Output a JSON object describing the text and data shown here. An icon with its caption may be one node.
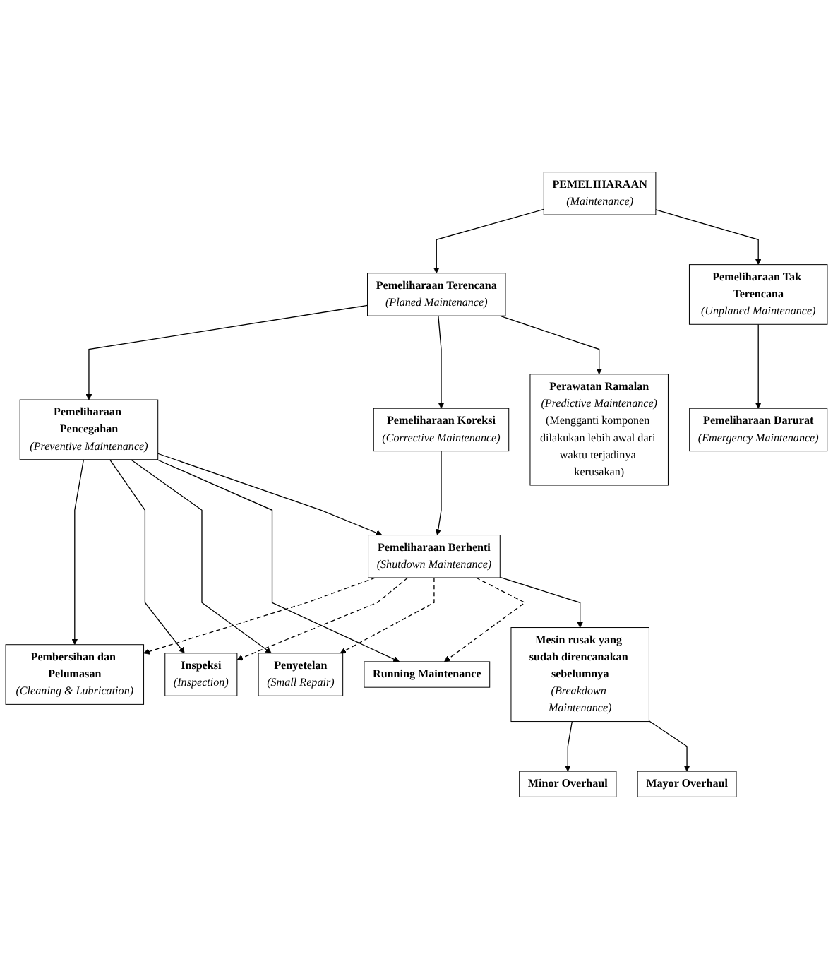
{
  "diagram": {
    "nodes": [
      {
        "text": [
          "PEMELIHARAAN",
          "(Maintenance)"
        ]
      },
      {
        "text": [
          "Pemeliharaan Terencana",
          "(Planed Maintenance)"
        ]
      },
      {
        "text": [
          "Pemeliharaan Tak Terencana",
          "(Unplaned Maintenance)"
        ]
      },
      {
        "text": [
          "Pemeliharaan Pencegahan",
          "(Preventive Maintenance)"
        ]
      },
      {
        "text": [
          "Pemeliharaan Koreksi",
          "(Corrective Maintenance)"
        ]
      },
      {
        "text": [
          "Pemeliharaan Darurat",
          "(Emergency Maintenance)"
        ]
      },
      {
        "text": [
          "Pembersihan dan Pelumasan",
          "(Cleaning & Lubrication)"
        ]
      },
      {
        "text": [
          "Pemeliharaan Berhenti",
          "(Shutdown Maintenance)"
        ]
      },
      {
        "text": [
          "Inspeksi",
          "(Inspection)"
        ]
      },
      {
        "text": [
          "Mesin rusak yang sudah direncanakan sebelumnya",
          "(Breakdown Maintenance)"
        ]
      },
      {
        "text": [
          "Penyetelan",
          "(Small Repair)"
        ]
      },
      {
        "text": [
          "Running Maintenance"
        ]
      },
      {
        "text": [
          "Minor Overhaul"
        ]
      },
      {
        "text": [
          "Mayor Overhaul"
        ]
      },
      {
        "text": [
          "Perawatan Ramalan",
          "(Predictive Maintenance)",
          "(Mengganti komponen dilakukan lebih awal dari waktu terjadinya kerusakan)"
        ]
      }
    ],
    "edges": [
      {
        "from": 0,
        "to": 1,
        "arrow": "to"
      },
      {
        "from": 0,
        "to": 2,
        "arrow": "to"
      },
      {
        "from": 1,
        "to": 3,
        "arrow": "to"
      },
      {
        "from": 1,
        "to": 4,
        "arrow": "to"
      },
      {
        "from": 1,
        "to": 14,
        "arrow": "to"
      },
      {
        "from": 2,
        "to": 5,
        "arrow": "to"
      },
      {
        "from": 3,
        "to": 6,
        "arrow": "to"
      },
      {
        "from": 3,
        "to": 8,
        "arrow": "to"
      },
      {
        "from": 3,
        "to": 10,
        "arrow": "to"
      },
      {
        "from": 3,
        "to": 11,
        "arrow": "to"
      },
      {
        "from": 3,
        "to": 7,
        "arrow": "to"
      },
      {
        "from": 4,
        "to": 7,
        "arrow": "to"
      },
      {
        "from": 7,
        "to": 6,
        "arrow": "to",
        "style": "dashed"
      },
      {
        "from": 7,
        "to": 8,
        "arrow": "to",
        "style": "dashed"
      },
      {
        "from": 7,
        "to": 10,
        "arrow": "to",
        "style": "dashed"
      },
      {
        "from": 7,
        "to": 11,
        "arrow": "to",
        "style": "dashed"
      },
      {
        "from": 7,
        "to": 9,
        "arrow": "to"
      },
      {
        "from": 9,
        "to": 12,
        "arrow": "to"
      },
      {
        "from": 9,
        "to": 13,
        "arrow": "to"
      }
    ]
  }
}
